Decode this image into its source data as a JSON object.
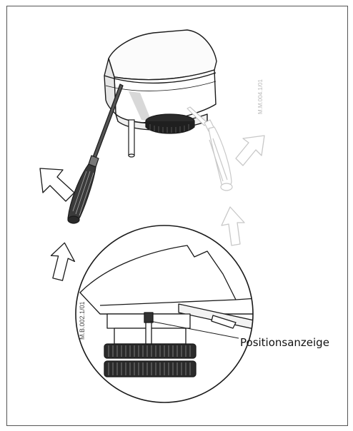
{
  "labels": {
    "top_drawing_code": "M.M.004.1/01",
    "detail_drawing_code": "M.B.002.1/01",
    "callout": "Positionsanzeige"
  },
  "colors": {
    "line": "#1a1a1a",
    "handle_dark": "#3a3a3a",
    "faded": "#c8c8c8",
    "background": "#ffffff"
  }
}
